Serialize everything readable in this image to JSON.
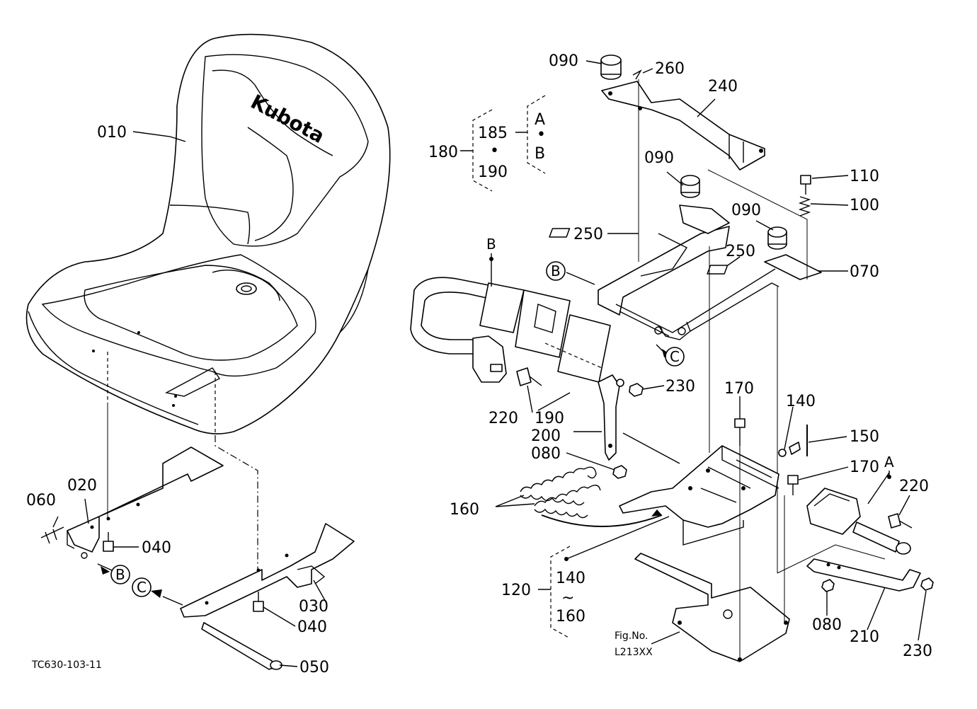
{
  "diagram_code": "TC630-103-11",
  "figure_ref": {
    "line1": "Fig.No.",
    "line2": "L213XX"
  },
  "part_labels": [
    "010",
    "020",
    "030",
    "040",
    "040",
    "050",
    "060",
    "070",
    "080",
    "080",
    "090",
    "090",
    "090",
    "100",
    "110",
    "120",
    "140",
    "140",
    "150",
    "160",
    "160",
    "170",
    "170",
    "180",
    "185",
    "190",
    "190",
    "200",
    "210",
    "220",
    "220",
    "230",
    "230",
    "240",
    "250",
    "250",
    "260"
  ],
  "labels": {
    "p010": "010",
    "p020": "020",
    "p030": "030",
    "p040a": "040",
    "p040b": "040",
    "p050": "050",
    "p060": "060",
    "p070": "070",
    "p080a": "080",
    "p080b": "080",
    "p090a": "090",
    "p090b": "090",
    "p090c": "090",
    "p100": "100",
    "p110": "110",
    "p120": "120",
    "p140a": "140",
    "p140b": "140",
    "p150": "150",
    "p160a": "160",
    "p160b": "160",
    "p170a": "170",
    "p170b": "170",
    "p180": "180",
    "p185": "185",
    "p190a": "190",
    "p190b": "190",
    "p200": "200",
    "p210": "210",
    "p220a": "220",
    "p220b": "220",
    "p230a": "230",
    "p230b": "230",
    "p240": "240",
    "p250a": "250",
    "p250b": "250",
    "p260": "260"
  },
  "group_letters": {
    "a": "A",
    "b": "B",
    "b_top": "B",
    "a_top": "A",
    "tilde": "~",
    "dot": "•"
  },
  "callouts": {
    "b1": "B",
    "b2": "B",
    "c1": "C",
    "c2": "C"
  },
  "seat_brand": "Kubota"
}
